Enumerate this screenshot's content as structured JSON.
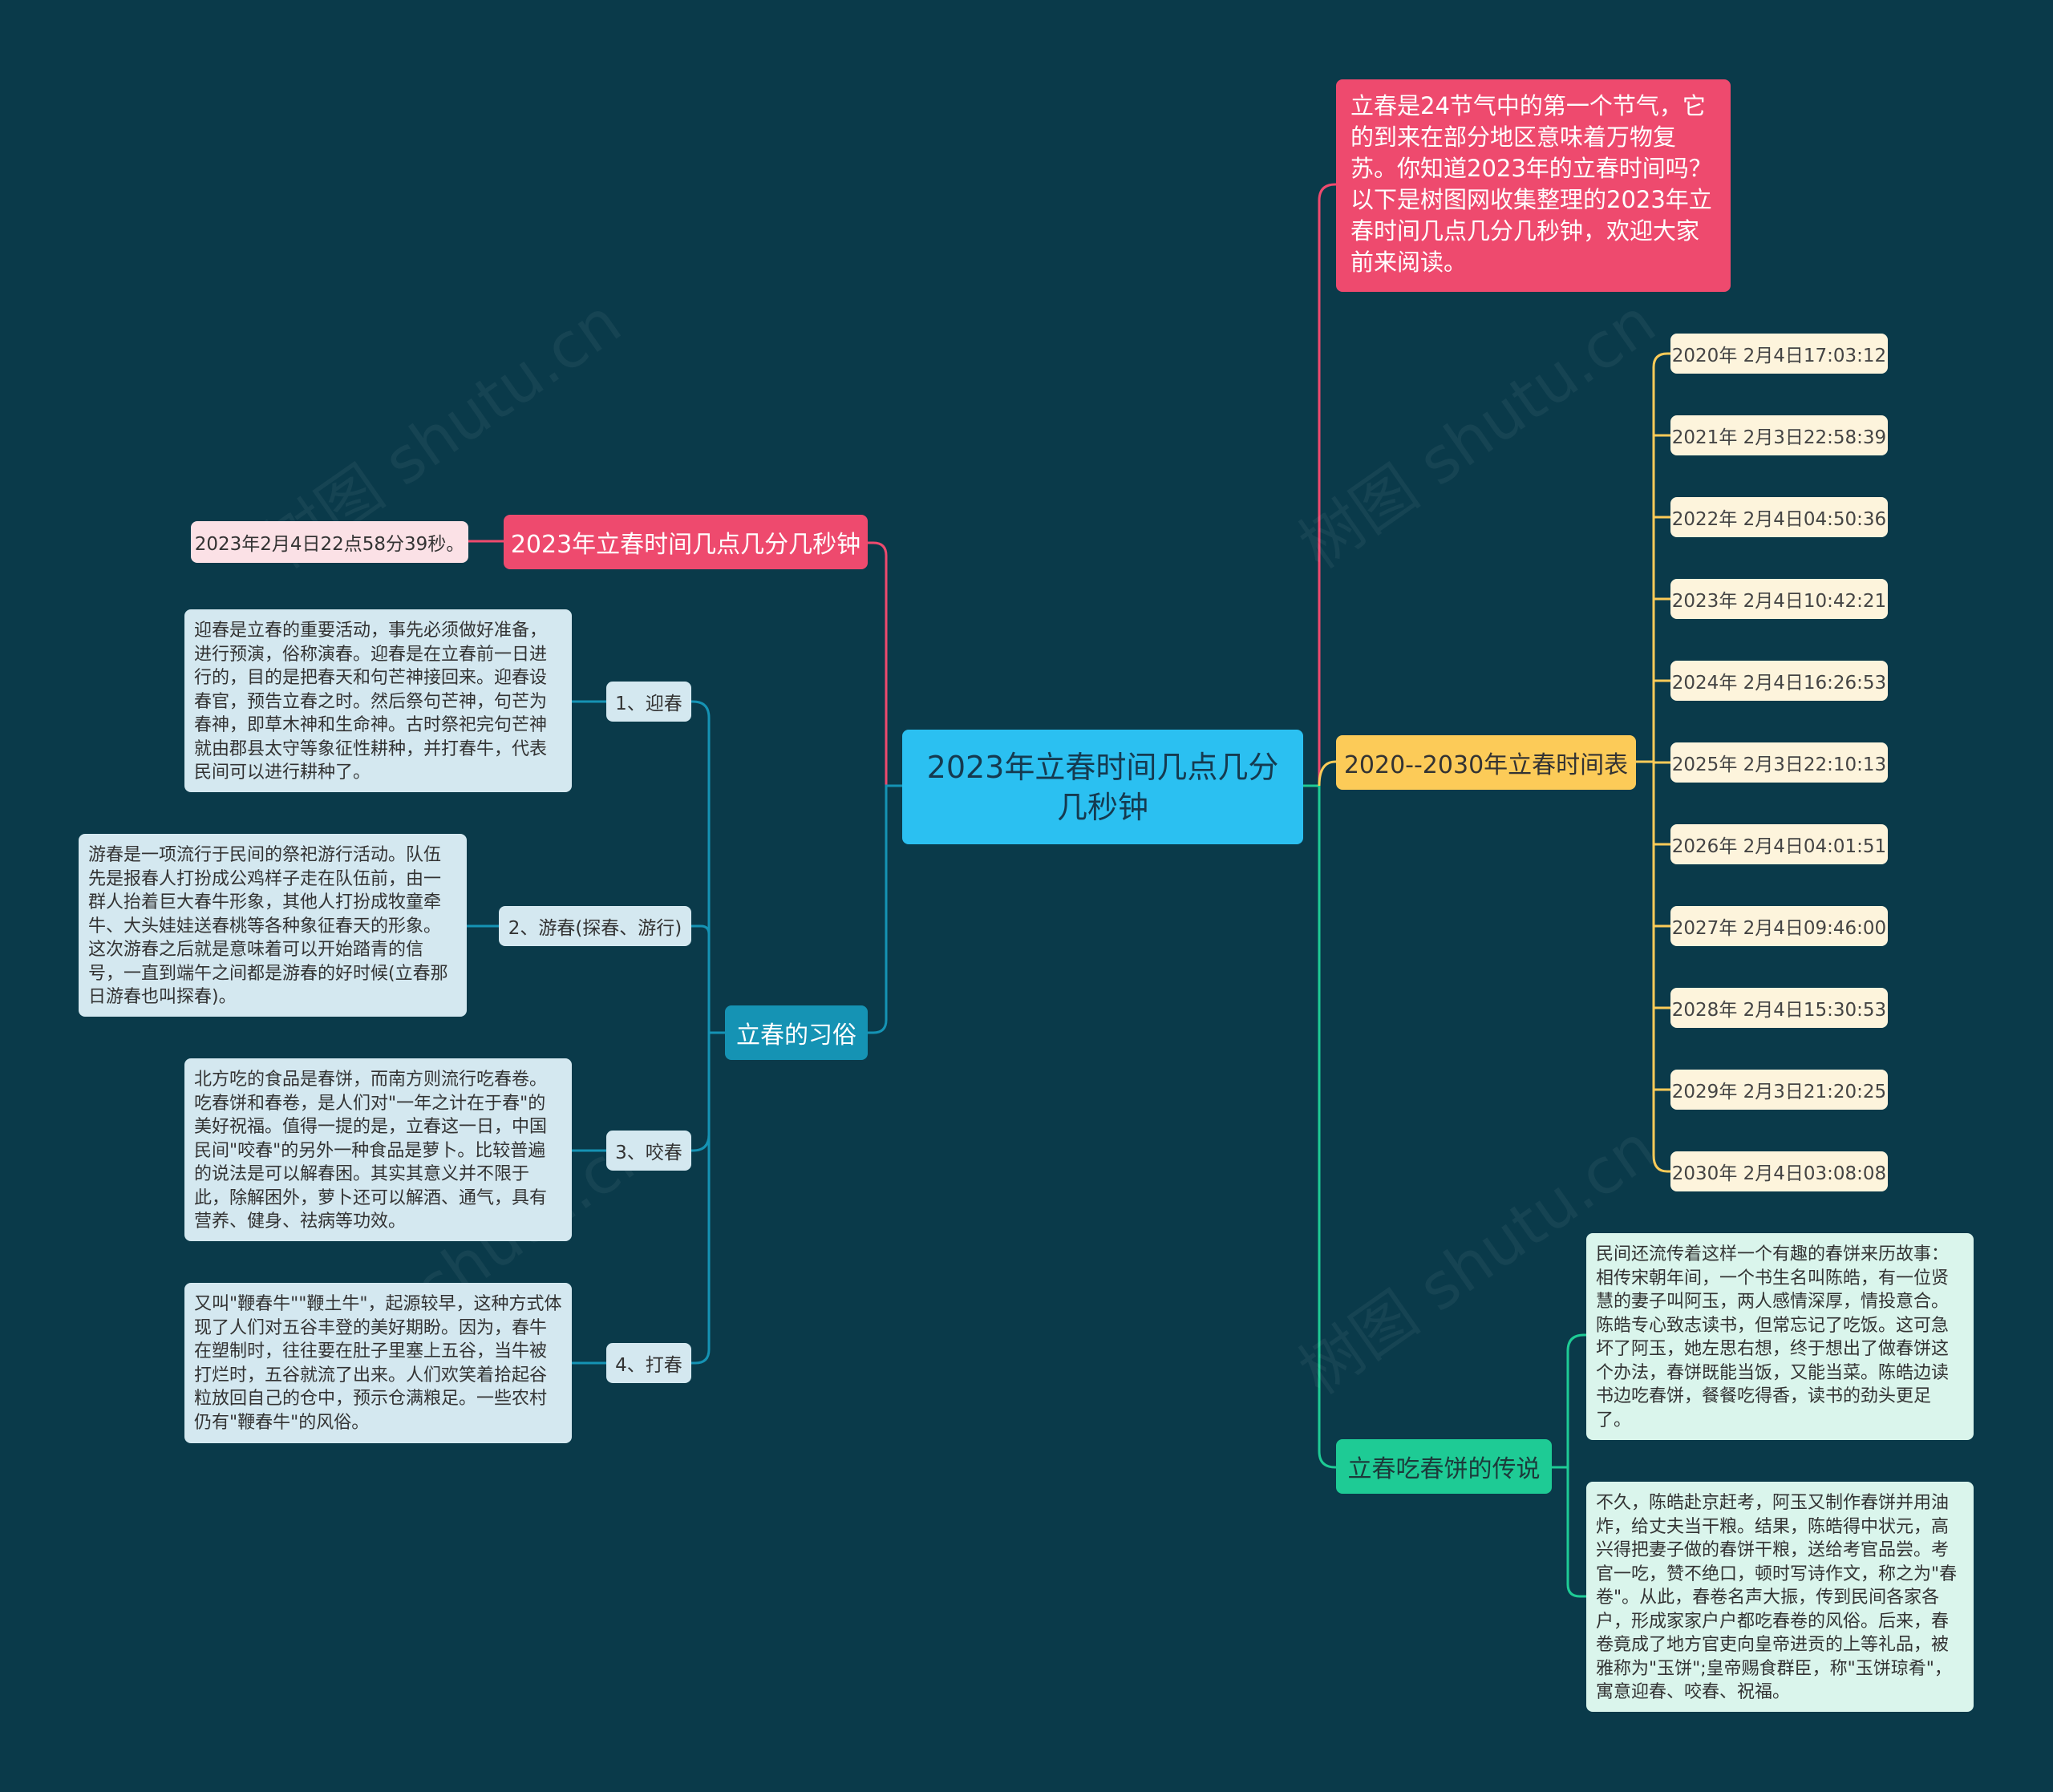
{
  "center": {
    "label": "2023年立春时间几点几分几秒钟"
  },
  "left": {
    "answer_branch": {
      "label": "2023年立春时间几点几分几秒钟",
      "answer": "2023年2月4日22点58分39秒。"
    },
    "customs": {
      "label": "立春的习俗",
      "items": [
        {
          "label": "1、迎春",
          "text": "迎春是立春的重要活动，事先必须做好准备，进行预演，俗称演春。迎春是在立春前一日进行的，目的是把春天和句芒神接回来。迎春设春官，预告立春之时。然后祭句芒神，句芒为春神，即草木神和生命神。古时祭祀完句芒神就由郡县太守等象征性耕种，并打春牛，代表民间可以进行耕种了。"
        },
        {
          "label": "2、游春(探春、游行)",
          "text": "游春是一项流行于民间的祭祀游行活动。队伍先是报春人打扮成公鸡样子走在队伍前，由一群人抬着巨大春牛形象，其他人打扮成牧童牵牛、大头娃娃送春桃等各种象征春天的形象。这次游春之后就是意味着可以开始踏青的信号，一直到端午之间都是游春的好时候(立春那日游春也叫探春)。"
        },
        {
          "label": "3、咬春",
          "text": "北方吃的食品是春饼，而南方则流行吃春卷。吃春饼和春卷，是人们对\"一年之计在于春\"的美好祝福。值得一提的是，立春这一日，中国民间\"咬春\"的另外一种食品是萝卜。比较普遍的说法是可以解春困。其实其意义并不限于此，除解困外，萝卜还可以解酒、通气，具有营养、健身、祛病等功效。"
        },
        {
          "label": "4、打春",
          "text": "又叫\"鞭春牛\"\"鞭土牛\"，起源较早，这种方式体现了人们对五谷丰登的美好期盼。因为，春牛在塑制时，往往要在肚子里塞上五谷，当牛被打烂时，五谷就流了出来。人们欢笑着拾起谷粒放回自己的仓中，预示仓满粮足。一些农村仍有\"鞭春牛\"的风俗。"
        }
      ]
    }
  },
  "right": {
    "intro": "立春是24节气中的第一个节气，它的到来在部分地区意味着万物复苏。你知道2023年的立春时间吗？以下是树图网收集整理的2023年立春时间几点几分几秒钟，欢迎大家前来阅读。",
    "timetable": {
      "label": "2020--2030年立春时间表",
      "items": [
        "2020年 2月4日17:03:12",
        "2021年 2月3日22:58:39",
        "2022年 2月4日04:50:36",
        "2023年 2月4日10:42:21",
        "2024年 2月4日16:26:53",
        "2025年 2月3日22:10:13",
        "2026年 2月4日04:01:51",
        "2027年 2月4日09:46:00",
        "2028年 2月4日15:30:53",
        "2029年 2月3日21:20:25",
        "2030年 2月4日03:08:08"
      ]
    },
    "legend": {
      "label": "立春吃春饼的传说",
      "texts": [
        "民间还流传着这样一个有趣的春饼来历故事：相传宋朝年间，一个书生名叫陈皓，有一位贤慧的妻子叫阿玉，两人感情深厚，情投意合。陈皓专心致志读书，但常忘记了吃饭。这可急坏了阿玉，她左思右想，终于想出了做春饼这个办法，春饼既能当饭，又能当菜。陈皓边读书边吃春饼，餐餐吃得香，读书的劲头更足了。",
        "不久，陈皓赴京赶考，阿玉又制作春饼并用油炸，给丈夫当干粮。结果，陈皓得中状元，高兴得把妻子做的春饼干粮，送给考官品尝。考官一吃，赞不绝口，顿时写诗作文，称之为\"春卷\"。从此，春卷名声大振，传到民间各家各户，形成家家户户都吃春卷的风俗。后来，春卷竟成了地方官吏向皇帝进贡的上等礼品，被雅称为\"玉饼\";皇帝赐食群臣，称\"玉饼琼肴\"，寓意迎春、咬春、祝福。"
      ]
    }
  },
  "watermark": "树图 shutu.cn",
  "colors": {
    "background": "#0a3a4a",
    "center": "#2bc0f1",
    "pink": "#ee4a6e",
    "yellow": "#fccb58",
    "teal": "#1593b4",
    "green": "#1ecb95"
  }
}
